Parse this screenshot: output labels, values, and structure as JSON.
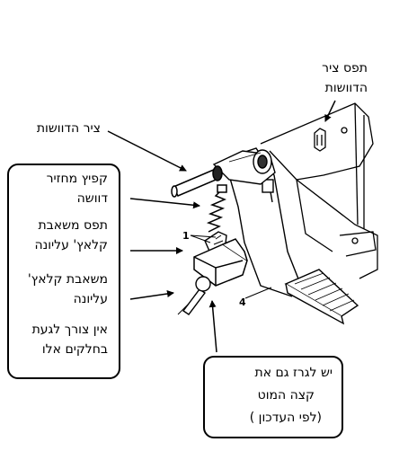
{
  "labels": {
    "clip_top_line1": "תפס ציר",
    "clip_top_line2": "הדוושות",
    "axle": "ציר הדוושות",
    "spring_line1": "קפיץ מחזיר",
    "spring_line2": "דוושה",
    "clip_line1": "תפס משאבת",
    "clip_line2": "קלאץ' עליונה",
    "pump_line1": "משאבת קלאץ'",
    "pump_line2": "עליונה",
    "note_line1": "אין צורך לגעת",
    "note_line2": "בחלקים אלו",
    "grease_line1": "יש לגרז גם את",
    "grease_line2": "קצה המוט",
    "grease_line3": "(לפי העדכון )"
  },
  "callouts": {
    "n1": "1",
    "n4": "4"
  }
}
